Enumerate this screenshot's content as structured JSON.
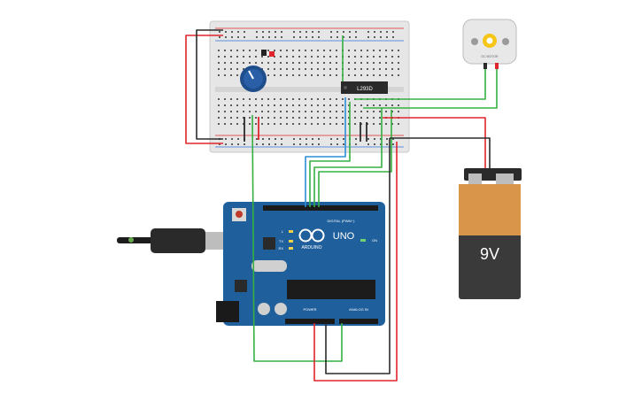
{
  "breadboard": {
    "chip_label": "L293D"
  },
  "arduino": {
    "model": "UNO",
    "brand": "ARDUINO",
    "digital_label": "DIGITAL (PWM~)",
    "power_label": "POWER",
    "analog_label": "ANALOG IN",
    "on_label": "ON",
    "led_labels": [
      "L",
      "TX",
      "RX"
    ]
  },
  "motor": {
    "label": "DC MOTOR"
  },
  "battery": {
    "label": "9V"
  },
  "colors": {
    "wire_red": "#e0252b",
    "wire_black": "#2b2b2b",
    "wire_green": "#35b040",
    "wire_blue": "#2c8ed6",
    "board_blue": "#1f5f9c",
    "battery_orange": "#d9964a",
    "battery_body": "#3a3a3a",
    "knob_blue": "#2a5fa8"
  }
}
